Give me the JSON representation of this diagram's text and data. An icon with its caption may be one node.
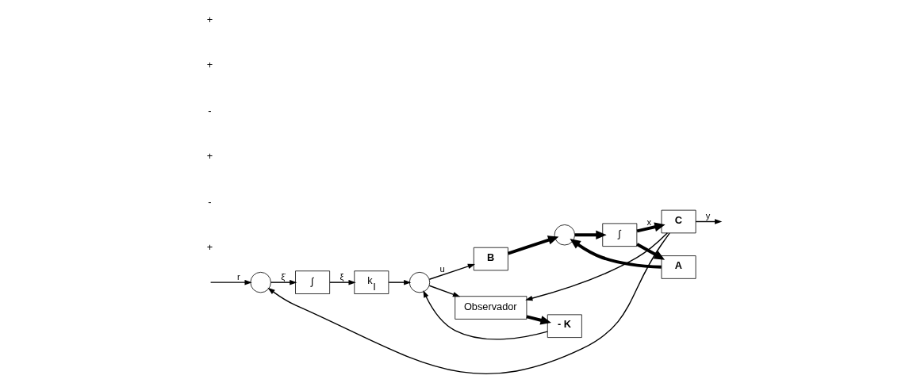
{
  "diagram": {
    "nodes": [
      {
        "text": [],
        "shape": "circle"
      },
      {
        "text": [
          "∫"
        ]
      },
      {
        "text": [
          "k$_{I}$"
        ]
      },
      {
        "text": [],
        "shape": "circle"
      },
      {
        "text": [
          "B"
        ]
      },
      {
        "text": [],
        "shape": "circle"
      },
      {
        "text": [
          "∫"
        ]
      },
      {
        "text": [
          "C"
        ]
      },
      {
        "text": [
          "A"
        ]
      },
      {
        "text": [
          "Observador"
        ]
      },
      {
        "text": [
          "- K"
        ]
      }
    ],
    "edges": [
      {
        "from": null,
        "to": 0,
        "arrow": "to",
        "label": "r"
      },
      {
        "from": 0,
        "to": 1,
        "arrow": "to",
        "label": "ξ̇"
      },
      {
        "from": 1,
        "to": 2,
        "arrow": "to",
        "label": "ξ"
      },
      {
        "from": 2,
        "to": 3,
        "arrow": "to"
      },
      {
        "from": 3,
        "to": 4,
        "arrow": "to",
        "label": "u"
      },
      {
        "from": 4,
        "to": 5,
        "arrow": "to",
        "style": "thick"
      },
      {
        "from": 5,
        "to": 6,
        "arrow": "to",
        "style": "thick"
      },
      {
        "from": 6,
        "to": 7,
        "arrow": "to",
        "style": "thick",
        "label": "x"
      },
      {
        "from": 6,
        "to": 8,
        "arrow": "to",
        "style": "thick"
      },
      {
        "from": 8,
        "to": 5,
        "arrow": "to",
        "style": "thick"
      },
      {
        "from": 7,
        "to": null,
        "arrow": "to",
        "label": "y"
      },
      {
        "from": 3,
        "to": 9,
        "arrow": "to"
      },
      {
        "from": 7,
        "to": 9,
        "arrow": "to"
      },
      {
        "from": 9,
        "to": 10,
        "arrow": "to",
        "style": "thick"
      },
      {
        "from": 10,
        "to": 3,
        "arrow": "to"
      },
      {
        "from": 7,
        "to": 0,
        "arrow": "to"
      }
    ],
    "labels": [
      "+",
      "-",
      "+",
      "-",
      "+",
      "+"
    ]
  }
}
